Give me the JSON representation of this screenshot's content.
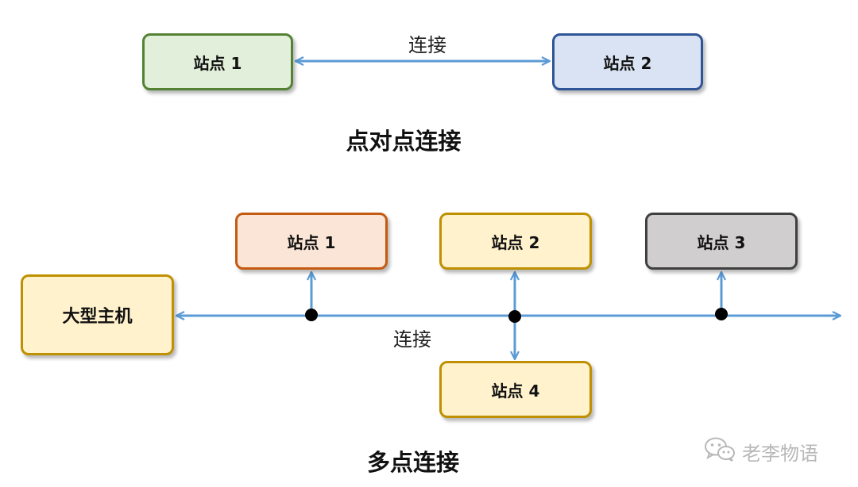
{
  "colors": {
    "connector": "#5b9bd5",
    "green_fill": "#e2efda",
    "green_border": "#548235",
    "blue_fill": "#dae3f3",
    "blue_border": "#2f5597",
    "orange_fill": "#fbe5d6",
    "orange_border": "#c55a11",
    "yellow_fill": "#fff2cc",
    "yellow_border": "#bf9000",
    "gray_fill": "#d0cece",
    "gray_border": "#404040"
  },
  "point_to_point": {
    "station_a": "站点 1",
    "station_b": "站点 2",
    "link_label": "连接",
    "caption": "点对点连接"
  },
  "multipoint": {
    "mainframe": "大型主机",
    "station_1": "站点 1",
    "station_2": "站点 2",
    "station_3": "站点 3",
    "station_4": "站点 4",
    "link_label": "连接",
    "caption": "多点连接"
  },
  "watermark": {
    "icon": "wechat-icon",
    "text": "老李物语"
  }
}
